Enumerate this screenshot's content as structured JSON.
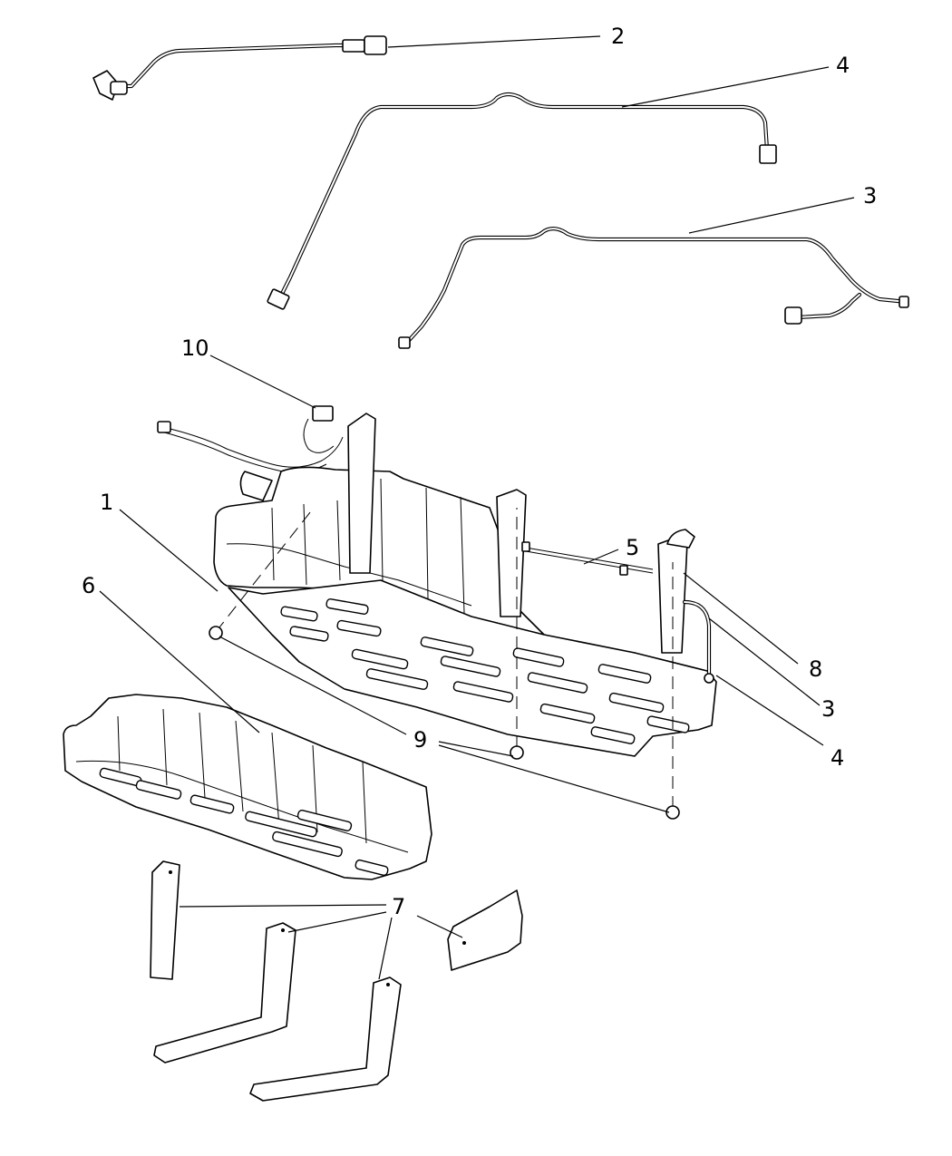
{
  "callouts": [
    {
      "id": "c2",
      "text": "2"
    },
    {
      "id": "c4top",
      "text": "4"
    },
    {
      "id": "c3top",
      "text": "3"
    },
    {
      "id": "c10",
      "text": "10"
    },
    {
      "id": "c1",
      "text": "1"
    },
    {
      "id": "c5",
      "text": "5"
    },
    {
      "id": "c6",
      "text": "6"
    },
    {
      "id": "c8",
      "text": "8"
    },
    {
      "id": "c3right",
      "text": "3"
    },
    {
      "id": "c4right",
      "text": "4"
    },
    {
      "id": "c9",
      "text": "9"
    },
    {
      "id": "c7",
      "text": "7"
    }
  ]
}
